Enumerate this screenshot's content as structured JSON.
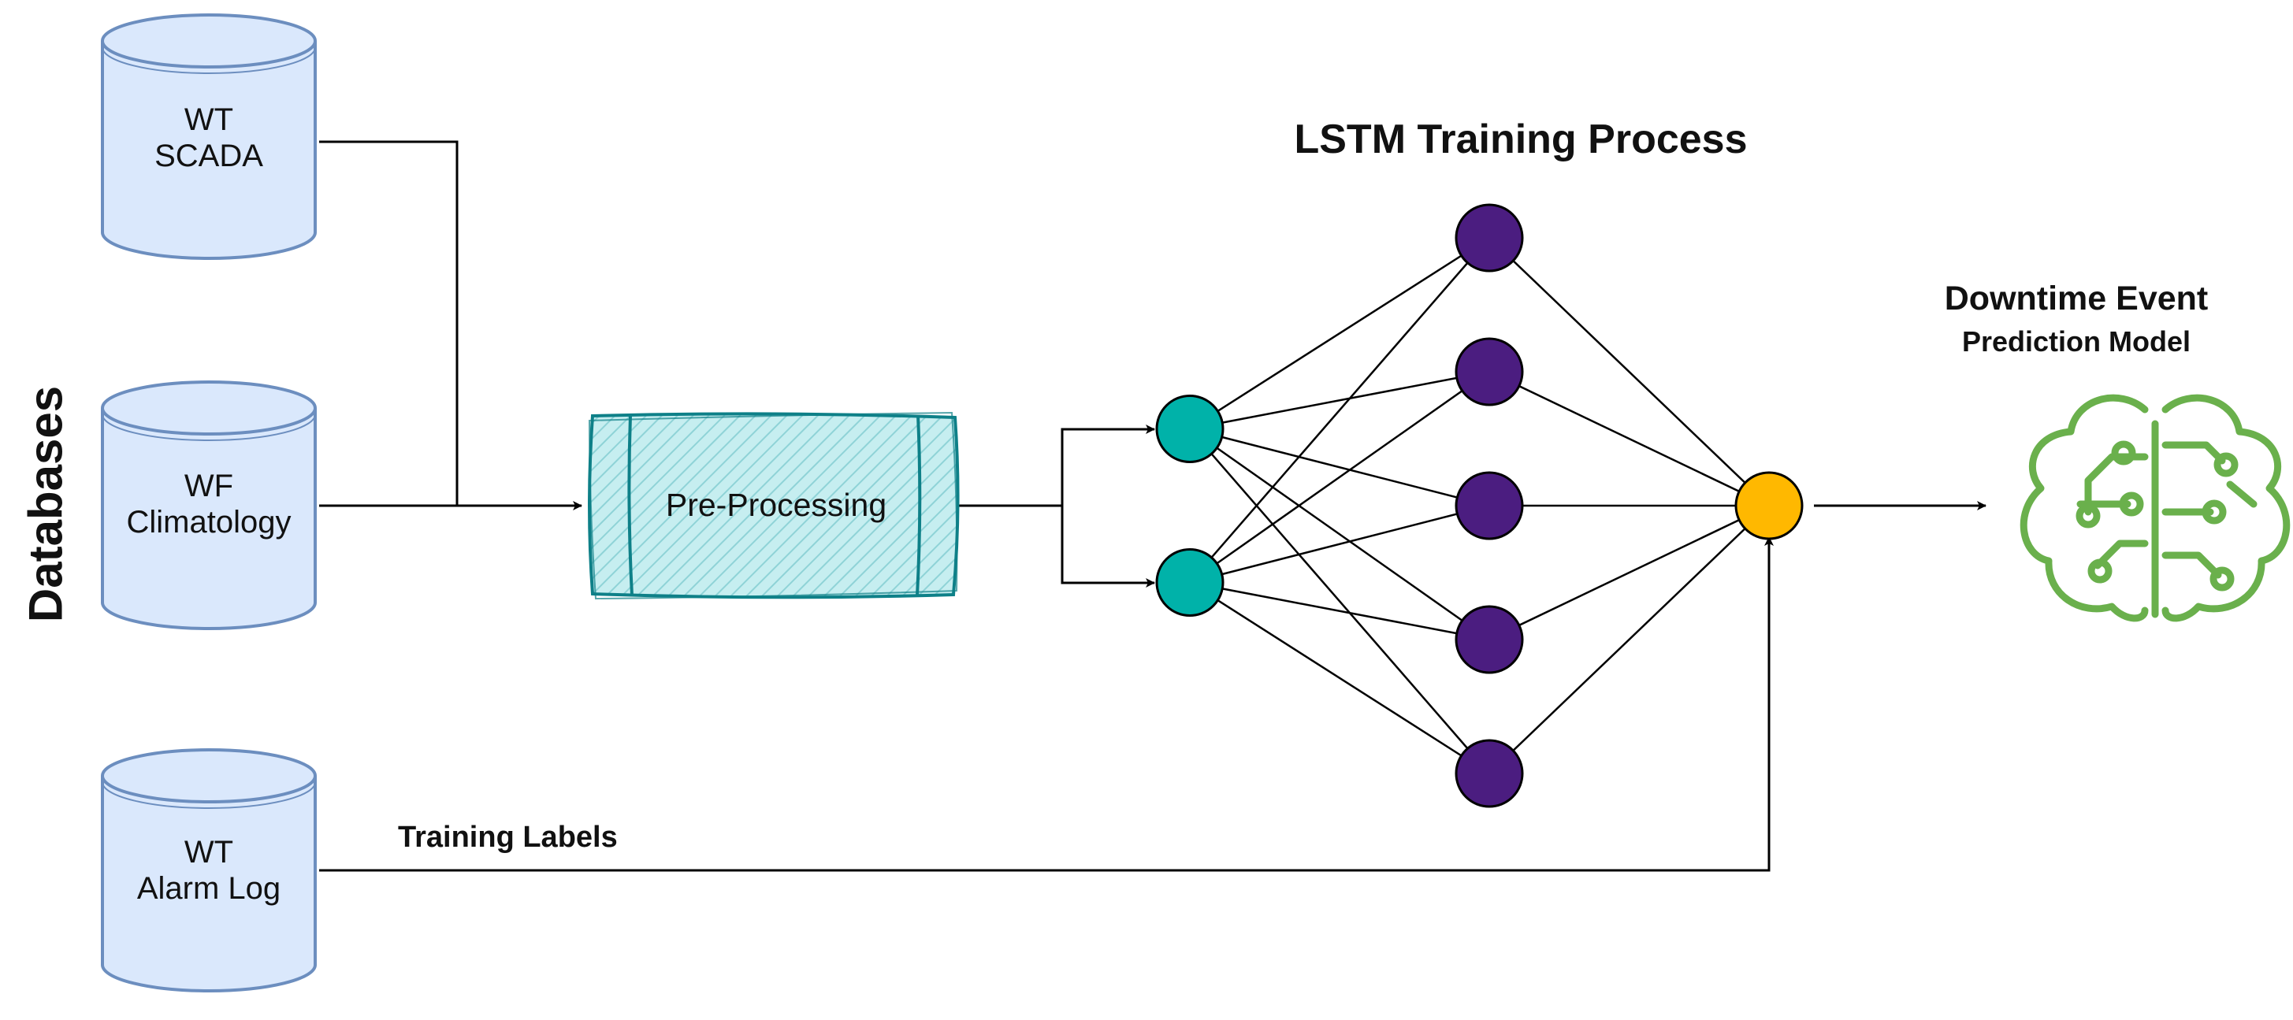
{
  "databases_label": "Databases",
  "databases": [
    {
      "id": "wt-scada",
      "lines": [
        "WT",
        "SCADA"
      ]
    },
    {
      "id": "wf-climatology",
      "lines": [
        "WF",
        "Climatology"
      ]
    },
    {
      "id": "wt-alarm-log",
      "lines": [
        "WT",
        "Alarm Log"
      ]
    }
  ],
  "preprocessing": {
    "label": "Pre-Processing"
  },
  "lstm": {
    "title": "LSTM Training Process",
    "input_nodes": 2,
    "hidden_nodes": 5,
    "output_nodes": 1
  },
  "edges": {
    "training_labels": "Training Labels"
  },
  "output": {
    "title": "Downtime Event",
    "subtitle": "Prediction Model",
    "icon": "brain-circuit-icon"
  },
  "colors": {
    "db_fill": "#dae8fc",
    "db_stroke": "#6c8ebf",
    "preproc_fill": "#b0e3e6",
    "preproc_stroke": "#0e8088",
    "input_node": "#00b2a9",
    "hidden_node": "#4b1d80",
    "output_node": "#ffb800",
    "brain_icon": "#6ab04c",
    "line": "#000000"
  }
}
